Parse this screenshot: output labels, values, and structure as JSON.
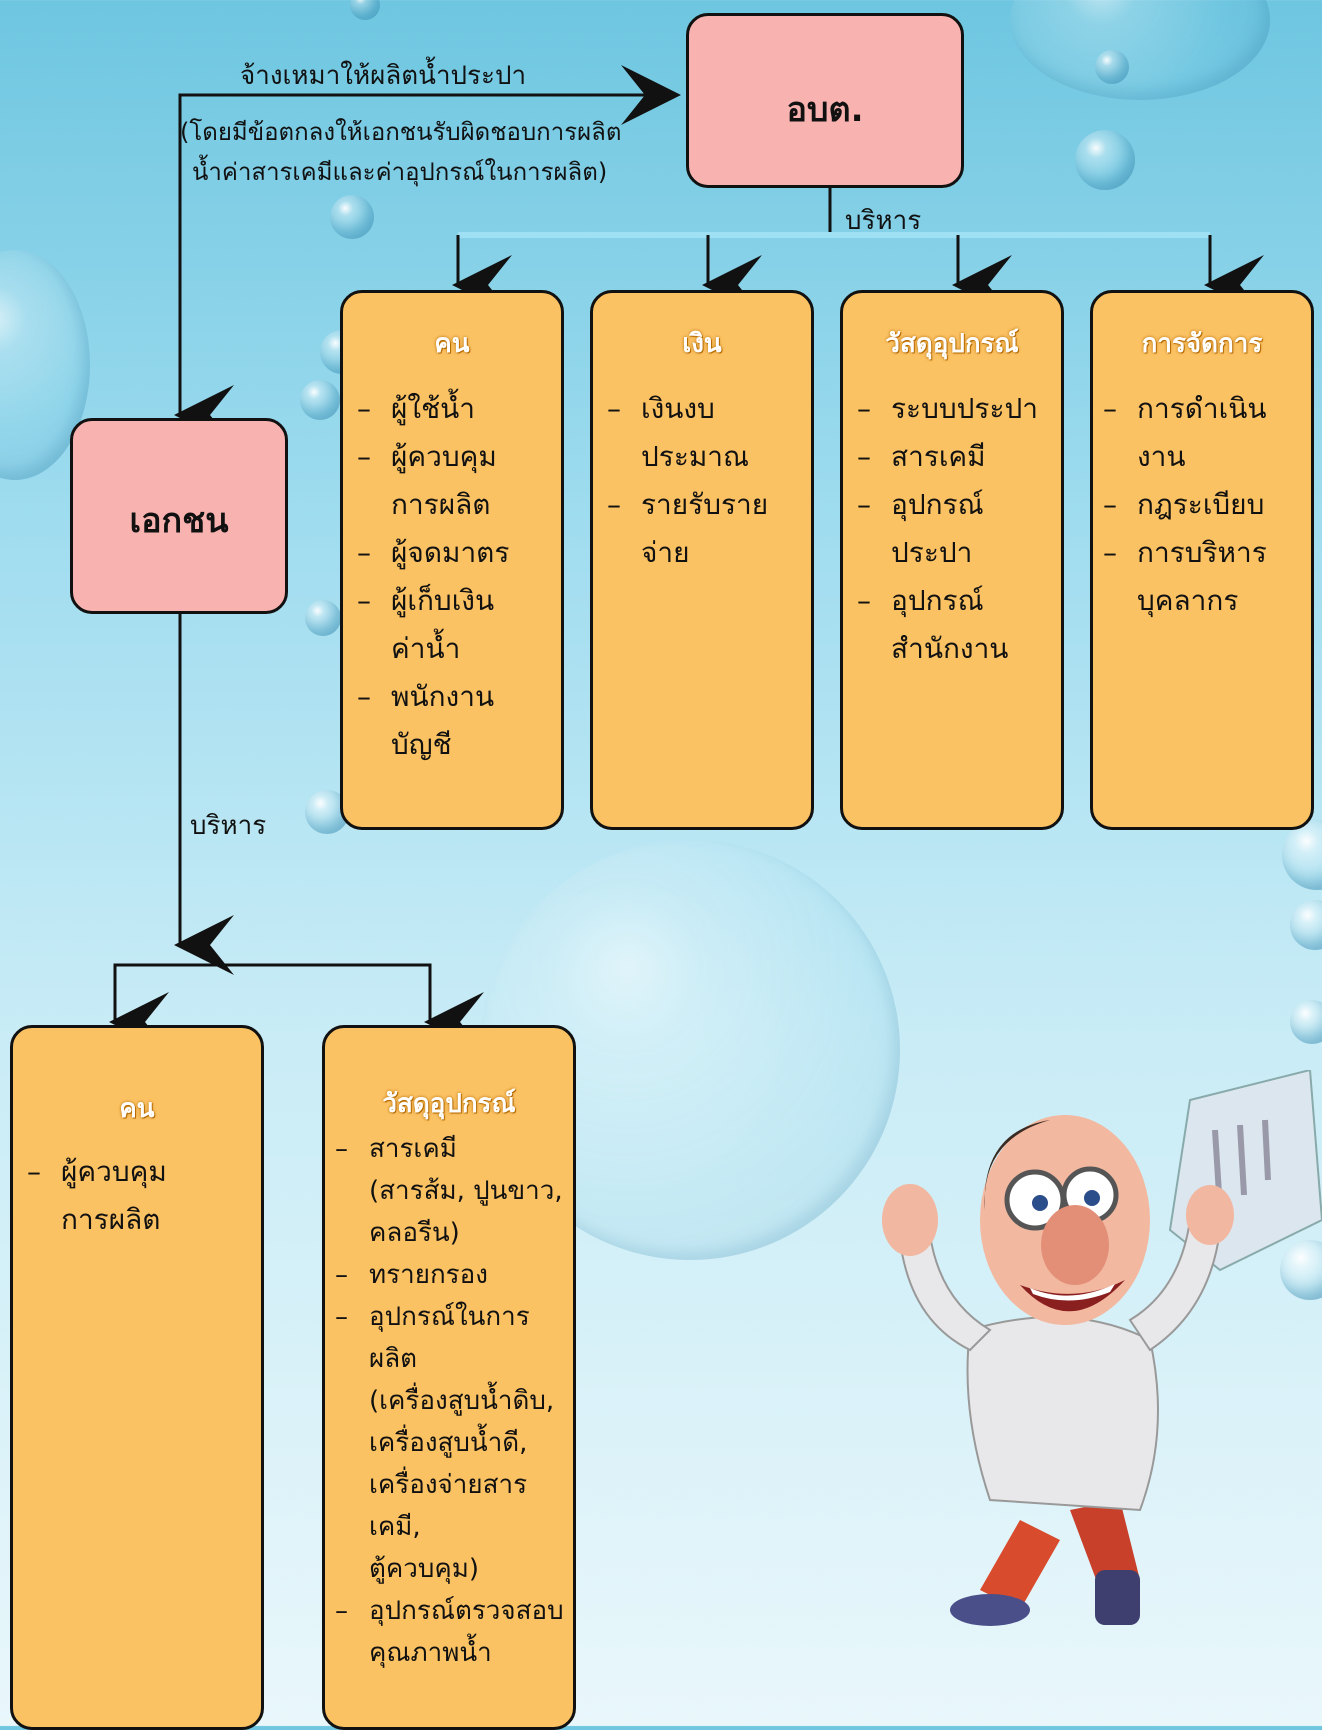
{
  "top_node": "อบต.",
  "left_node": "เอกชน",
  "contract_label": "จ้างเหมาให้ผลิตน้ำประปา",
  "contract_note": [
    "(โดยมีข้อตกลงให้เอกชนรับผิดชอบการผลิต",
    "น้ำค่าสารเคมีและค่าอุปกรณ์ในการผลิต)"
  ],
  "manage_label_top": "บริหาร",
  "manage_label_left": "บริหาร",
  "tambon_categories": [
    {
      "title": "คน",
      "items": [
        [
          "ผู้ใช้น้ำ"
        ],
        [
          "ผู้ควบคุม",
          "การผลิต"
        ],
        [
          "ผู้จดมาตร"
        ],
        [
          "ผู้เก็บเงินค่าน้ำ"
        ],
        [
          "พนักงานบัญชี"
        ]
      ]
    },
    {
      "title": "เงิน",
      "items": [
        [
          "เงินงบประมาณ"
        ],
        [
          "รายรับรายจ่าย"
        ]
      ]
    },
    {
      "title": "วัสดุอุปกรณ์",
      "items": [
        [
          "ระบบประปา"
        ],
        [
          "สารเคมี"
        ],
        [
          "อุปกรณ์ประปา"
        ],
        [
          "อุปกรณ์",
          "สำนักงาน"
        ]
      ]
    },
    {
      "title": "การจัดการ",
      "items": [
        [
          "การดำเนินงาน"
        ],
        [
          "กฎระเบียบ"
        ],
        [
          "การบริหาร",
          "บุคลากร"
        ]
      ]
    }
  ],
  "private_categories": [
    {
      "title": "คน",
      "items": [
        [
          "ผู้ควบคุม",
          "การผลิต"
        ]
      ]
    },
    {
      "title": "วัสดุอุปกรณ์",
      "items": [
        [
          "สารเคมี",
          "(สารส้ม, ปูนขาว,",
          "คลอรีน)"
        ],
        [
          "ทรายกรอง"
        ],
        [
          "อุปกรณ์ในการผลิต",
          "(เครื่องสูบน้ำดิบ,",
          "เครื่องสูบน้ำดี,",
          "เครื่องจ่ายสารเคมี,",
          "ตู้ควบคุม)"
        ],
        [
          "อุปกรณ์ตรวจสอบ",
          "คุณภาพน้ำ"
        ]
      ]
    }
  ],
  "colors": {
    "node": "#f8b2b0",
    "category": "#fbc263",
    "connector_top": "#9fe0f4"
  }
}
